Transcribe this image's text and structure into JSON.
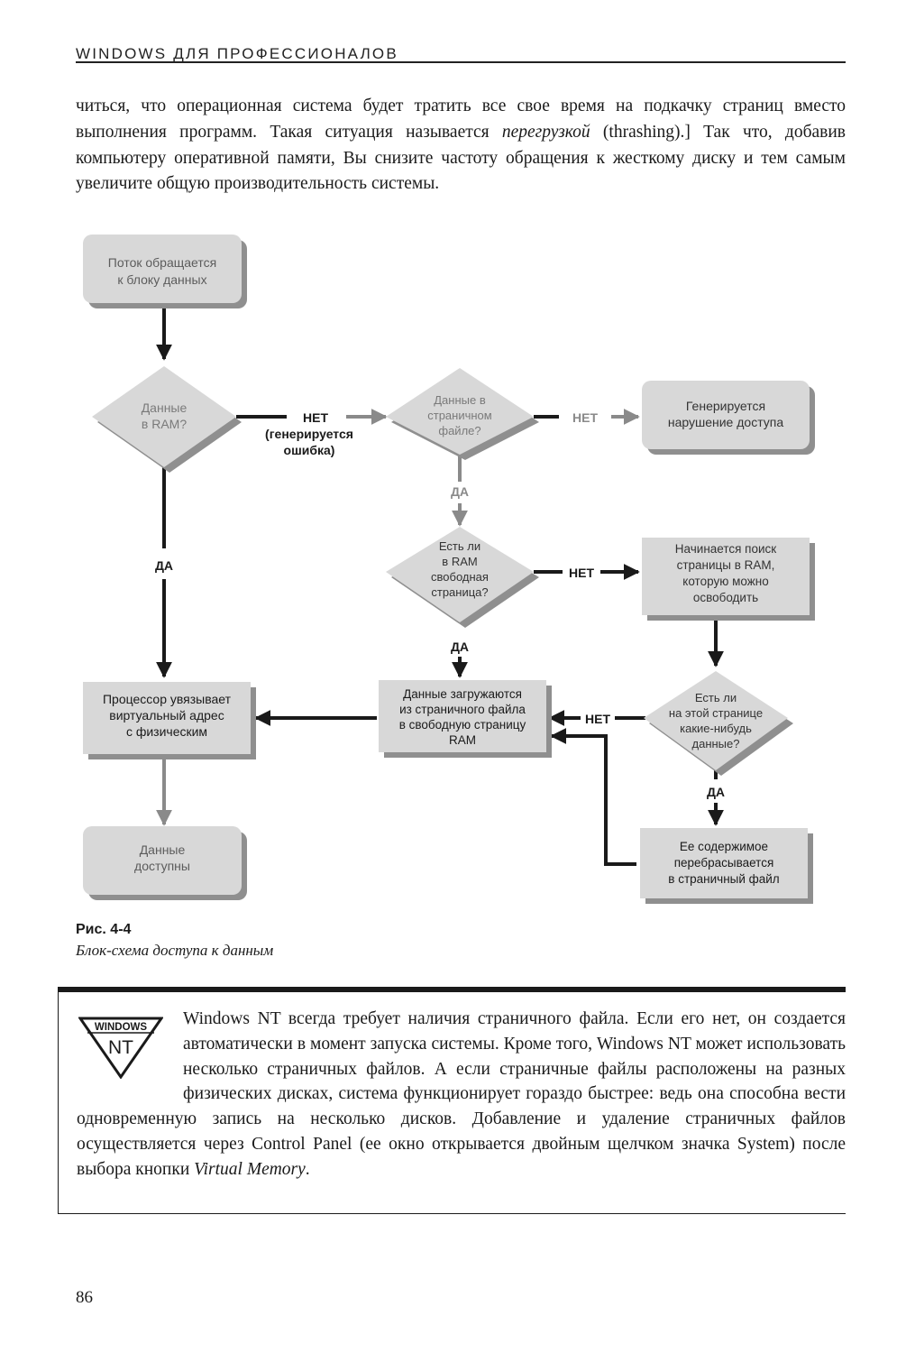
{
  "header": {
    "running_title": "WINDOWS ДЛЯ ПРОФЕССИОНАЛОВ"
  },
  "body": {
    "para_start": "читься, что операционная система будет тратить все свое время на подкачку страниц вместо выполнения программ. Такая ситуация называется ",
    "para_em": "перегрузкой",
    "para_end": " (thrashing).] Так что, добавив компьютеру оперативной памяти, Вы снизите частоту обращения к жесткому диску и тем самым увеличите общую производительность системы."
  },
  "flowchart": {
    "nodes": {
      "start": [
        "Поток обращается",
        "к блоку данных"
      ],
      "in_ram": [
        "Данные",
        "в RAM?"
      ],
      "in_pagefile": [
        "Данные в",
        "страничном",
        "файле?"
      ],
      "access_violation": [
        "Генерируется",
        "нарушение доступа"
      ],
      "free_page": [
        "Есть ли",
        "в RAM",
        "свободная",
        "страница?"
      ],
      "search_page": [
        "Начинается поиск",
        "страницы в RAM,",
        "которую можно",
        "освободить"
      ],
      "cpu_maps": [
        "Процессор увязывает",
        "виртуальный адрес",
        "с физическим"
      ],
      "load_data": [
        "Данные загружаются",
        "из страничного файла",
        "в свободную страницу",
        "RAM"
      ],
      "page_dirty": [
        "Есть ли",
        "на этой странице",
        "какие-нибудь",
        "данные?"
      ],
      "data_ready": [
        "Данные",
        "доступны"
      ],
      "write_out": [
        "Ее содержимое",
        "перебрасывается",
        "в страничный файл"
      ]
    },
    "labels": {
      "no_error": [
        "НЕТ",
        "(генерируется",
        "ошибка)"
      ],
      "no": "НЕТ",
      "yes": "ДА"
    }
  },
  "figure": {
    "number": "Рис. 4-4",
    "caption": "Блок-схема доступа к данным"
  },
  "note": {
    "logo_top": "WINDOWS",
    "logo_bottom": "NT",
    "text_start": "Windows NT всегда требует наличия страничного файла. Если его нет, он создается автоматически в момент запуска системы. Кроме того, Windows NT может использовать несколько страничных файлов. А если страничные файлы расположены на разных физических дисках, система функционирует гораздо быстрее: ведь она способна вести одновременную запись на несколько дисков. Добавление и удаление страничных файлов осуществляется через Control Panel (ее окно открывается двойным щелчком значка System) после выбора кнопки ",
    "text_em": "Virtual Memory",
    "text_end": "."
  },
  "page": {
    "number": "86"
  },
  "colors": {
    "node_fill": "#d8d8d8",
    "node_shadow": "#8f8f8f",
    "ink": "#1a1a1a",
    "grey_arrow": "#8a8a8a"
  }
}
